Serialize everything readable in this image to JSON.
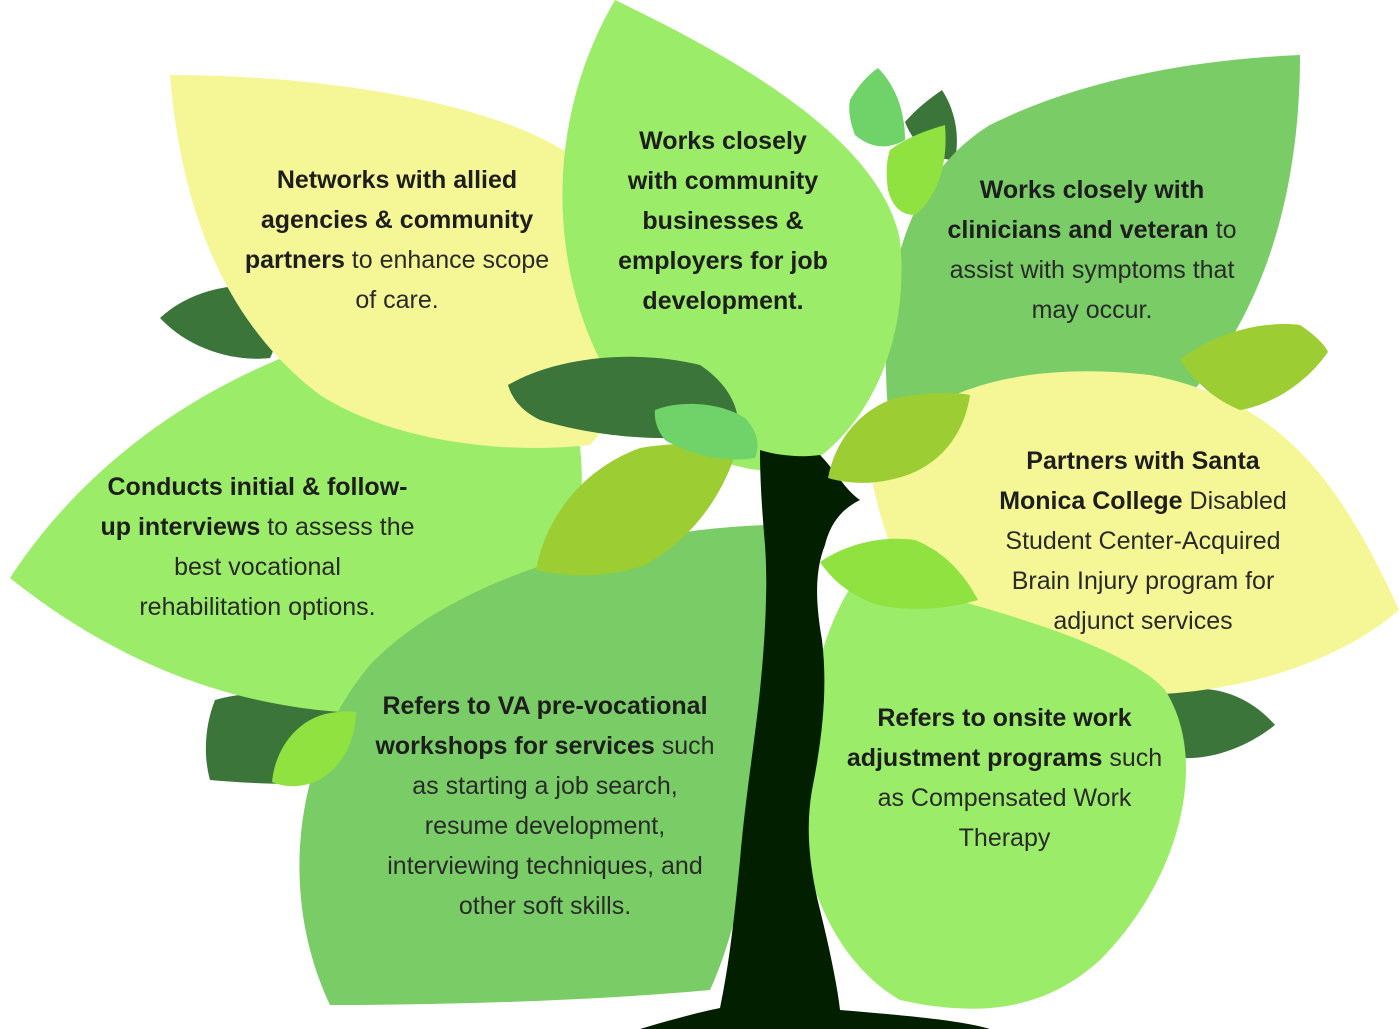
{
  "colors": {
    "bright_green": "#9bec68",
    "mid_green": "#79cc66",
    "yellow": "#f5f797",
    "dark_green": "#3b753a",
    "lime": "#9ccd33",
    "lime_bright": "#8fe23f",
    "leaf_small": "#70d36a",
    "trunk": "#021f00",
    "text": "#2a2a2a"
  },
  "leaves": {
    "allied_agencies": {
      "bold": "Networks with allied agencies & community partners",
      "normal": " to enhance scope of care."
    },
    "community_businesses": {
      "bold": "Works closely with community businesses & employers for job development.",
      "normal": ""
    },
    "clinicians": {
      "bold": "Works closely with clinicians and veteran",
      "normal": " to assist with symptoms that may occur."
    },
    "interviews": {
      "bold": "Conducts initial & follow-up interviews",
      "normal": " to assess the best vocational rehabilitation options."
    },
    "santa_monica": {
      "bold": "Partners with Santa Monica College",
      "normal": " Disabled Student Center-Acquired Brain Injury program for adjunct services"
    },
    "workshops": {
      "bold": "Refers to VA pre-vocational workshops for services",
      "normal": " such as starting a job search, resume development, interviewing techniques, and other soft skills."
    },
    "onsite": {
      "bold": "Refers to onsite work adjustment programs",
      "normal": " such as Compensated Work Therapy"
    }
  }
}
